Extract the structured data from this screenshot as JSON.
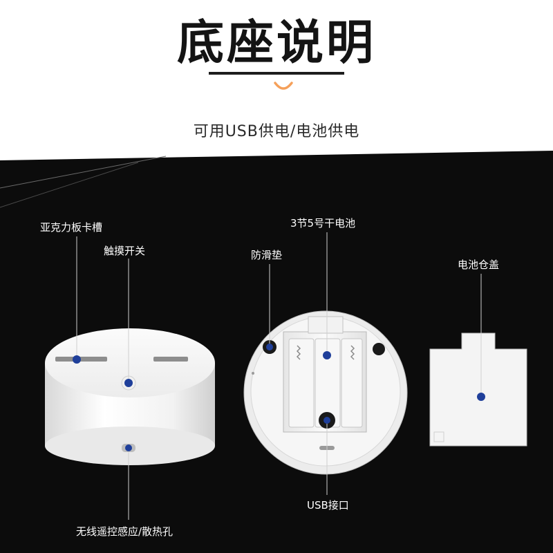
{
  "header": {
    "title": "底座说明",
    "subtitle": "可用USB供电/电池供电"
  },
  "labels": {
    "acrylic_slot": "亚克力板卡槽",
    "touch_switch": "触摸开关",
    "remote_sensor": "无线遥控感应/散热孔",
    "non_slip_pad": "防滑垫",
    "battery_spec": "3节5号干电池",
    "usb_port": "USB接口",
    "battery_cover": "电池仓盖"
  },
  "colors": {
    "background_dark": "#0c0c0c",
    "accent_dot": "#1f3f9a",
    "title_text": "#141414",
    "smile_orange": "#f5a05a",
    "base_white": "#f4f4f4"
  },
  "icons": [
    "smile-icon",
    "callout-dot-icon"
  ]
}
